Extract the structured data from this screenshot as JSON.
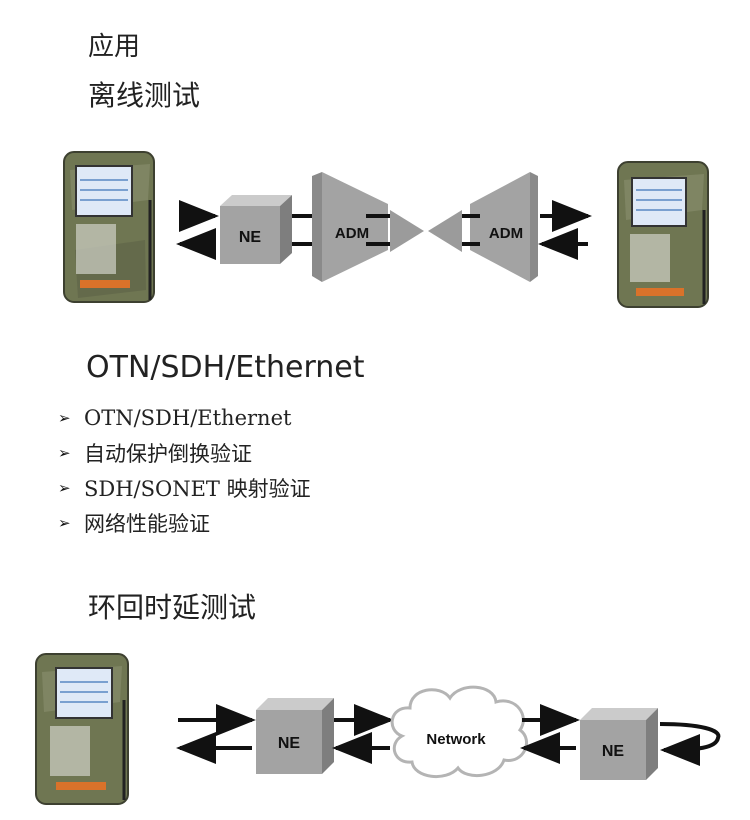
{
  "headings": {
    "application": "应用",
    "offline_test": "离线测试",
    "otn_title": "OTN/SDH/Ethernet",
    "loopback_test": "环回时延测试"
  },
  "bullets": [
    "OTN/SDH/Ethernet",
    "自动保护倒换验证",
    "SDH/SONET 映射验证",
    "网络性能验证"
  ],
  "bullet_marker": "➢",
  "diagram1": {
    "ne_label": "NE",
    "adm_left_label": "ADM",
    "adm_right_label": "ADM"
  },
  "diagram2": {
    "ne_left_label": "NE",
    "network_label": "Network",
    "ne_right_label": "NE"
  },
  "colors": {
    "box_face": "#a3a3a3",
    "box_top": "#cbcbcb",
    "box_side": "#7e7e7e",
    "device_camo": "#7a8060",
    "screen": "#dfe9f7"
  }
}
